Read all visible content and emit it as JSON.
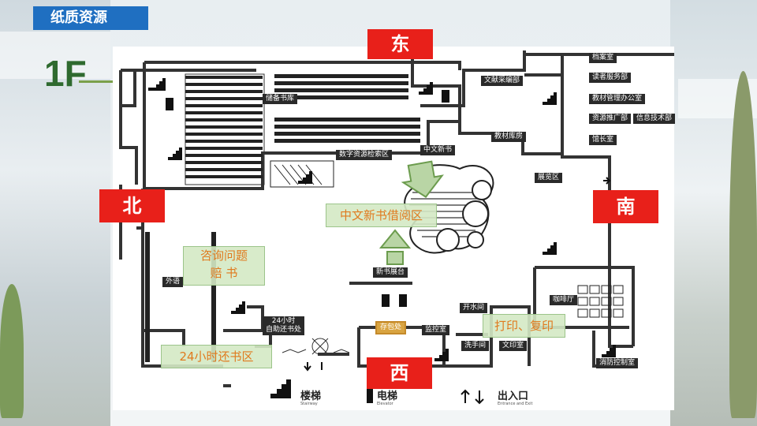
{
  "header": {
    "title": "纸质资源",
    "floor": "1F"
  },
  "directions": {
    "east": "东",
    "west": "西",
    "north": "北",
    "south": "南"
  },
  "zones": {
    "new_books": "中文新书借阅区",
    "consult_line1": "咨询问题",
    "consult_line2": "赔  书",
    "print": "打印、复印",
    "return24": "24小时还书区"
  },
  "rooms": {
    "storage": "储备书库",
    "digital": "数字资源检索区",
    "new_cn": "中文新书",
    "acq": "文献采编部",
    "textbook": "教材库房",
    "archive": "档案室",
    "reader": "读者服务部",
    "textbook_office": "教材管理办公室",
    "promo": "资源推广部",
    "it": "信息技术部",
    "director": "馆长室",
    "exhibit": "展览区",
    "foreign": "外语",
    "new_display": "新书展台",
    "return_24h_line1": "24小时",
    "return_24h_line2": "自助还书处",
    "bag": "存包处",
    "monitor": "监控室",
    "water": "开水间",
    "washroom": "洗手间",
    "print_room": "文印室",
    "cafe": "咖啡厅",
    "fire": "消防控制室"
  },
  "legend": {
    "stairs": "楼梯",
    "stairs_en": "Stairway",
    "elevator": "电梯",
    "elevator_en": "Elevator",
    "entrance": "出入口",
    "entrance_en": "Entrance and Exit"
  }
}
